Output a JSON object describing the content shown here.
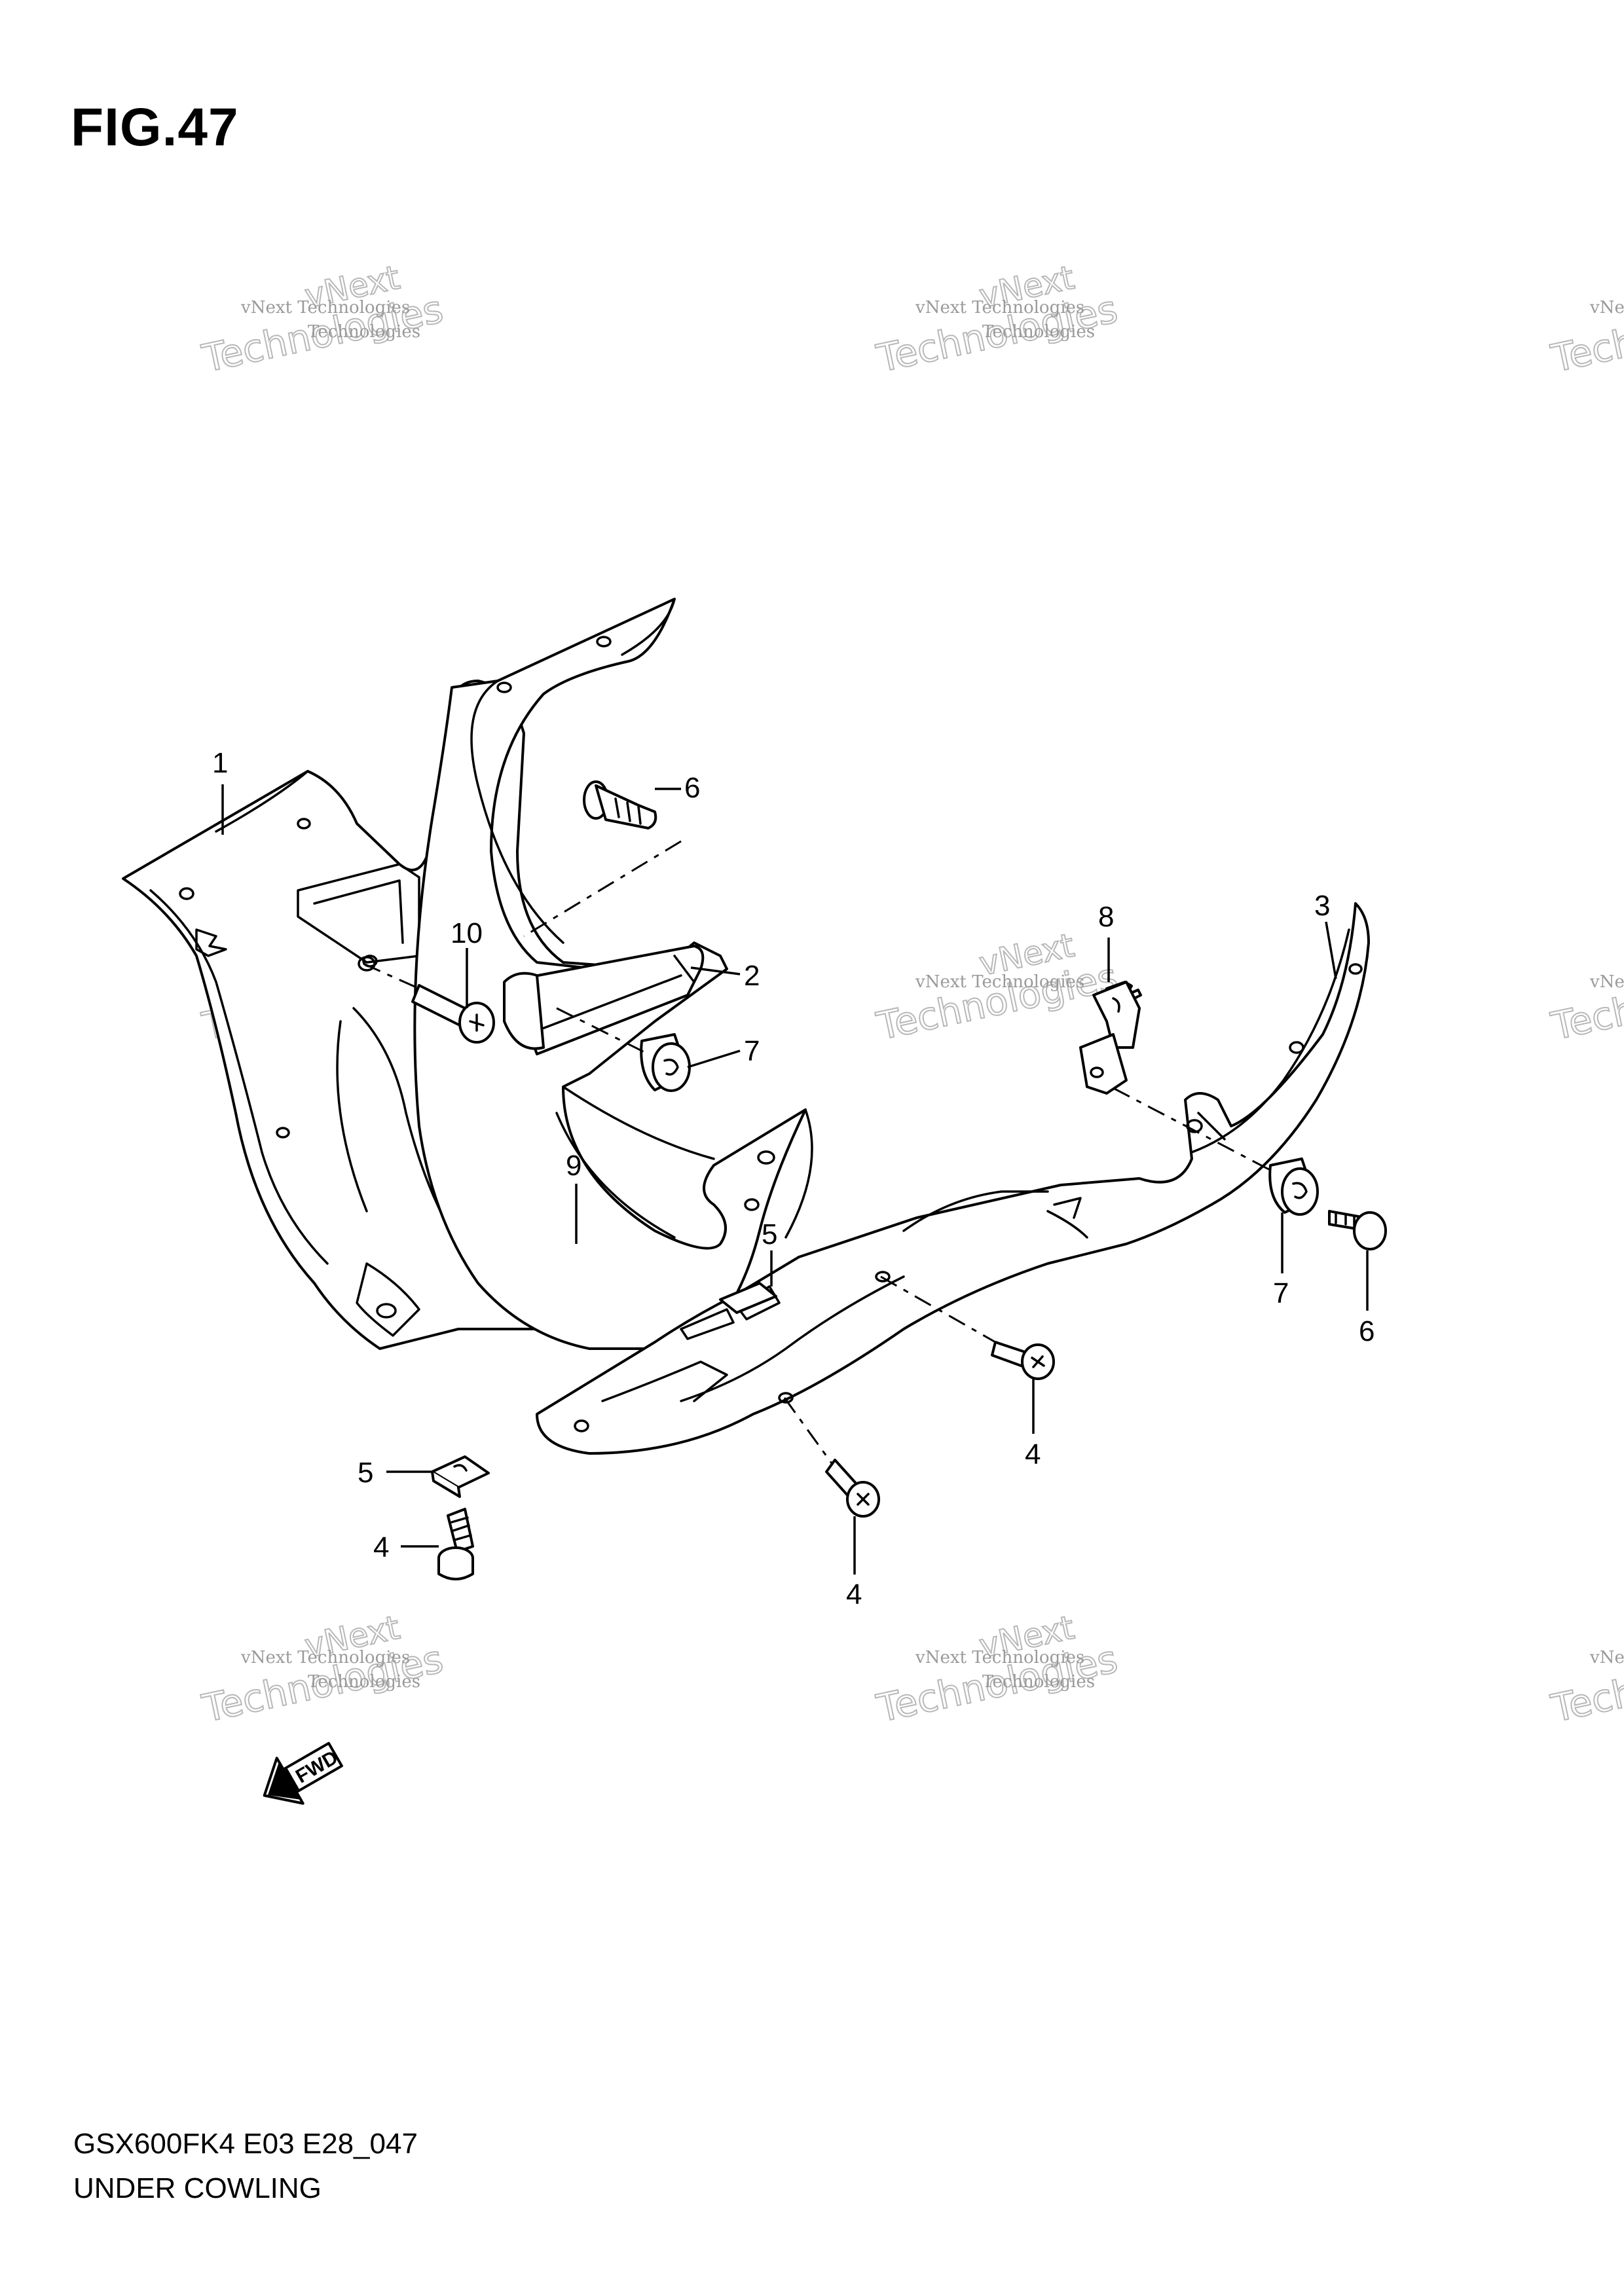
{
  "figure": {
    "title": "FIG.47",
    "model_code": "GSX600FK4 E03 E28_047",
    "name": "UNDER COWLING"
  },
  "callouts": [
    "1",
    "2",
    "3",
    "4",
    "4",
    "4",
    "5",
    "5",
    "6",
    "6",
    "7",
    "7",
    "8",
    "9",
    "10"
  ],
  "fwd_label": "FWD",
  "watermark": {
    "line1": "vNext Technologies",
    "line2": "vNext",
    "line3": "Technologies"
  }
}
